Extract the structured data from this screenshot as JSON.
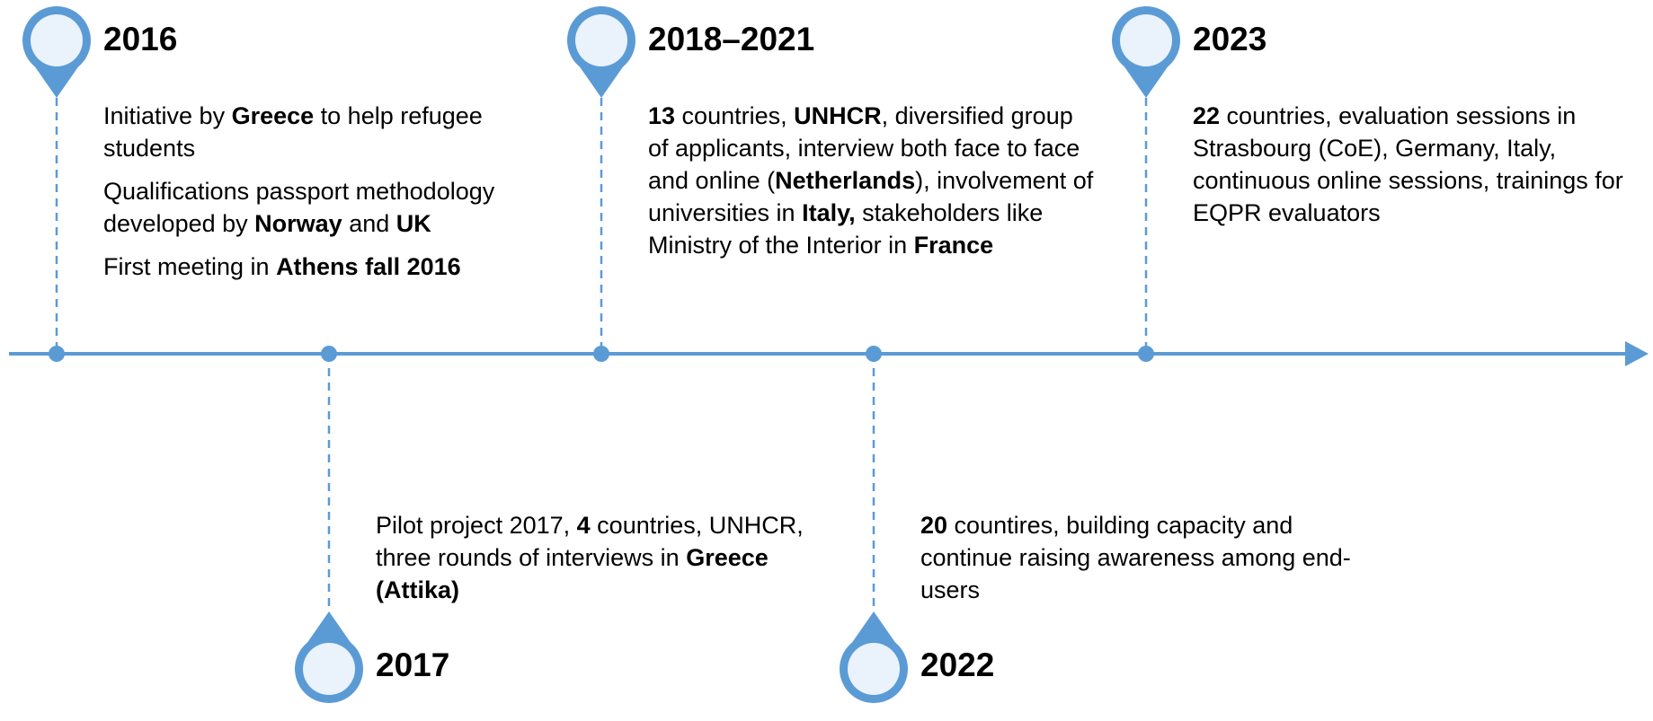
{
  "colors": {
    "accent": "#5b9bd5",
    "pin_fill": "#eaf2fb",
    "text": "#000000"
  },
  "events": [
    {
      "year": "2016",
      "paragraphs": [
        [
          {
            "t": "Initiative by "
          },
          {
            "t": "Greece",
            "e": true
          },
          {
            "t": " to help refugee students"
          }
        ],
        [
          {
            "t": "Qualifications passport methodology developed by "
          },
          {
            "t": "Norway",
            "e": true
          },
          {
            "t": " and "
          },
          {
            "t": "UK",
            "e": true
          }
        ],
        [
          {
            "t": "First meeting in "
          },
          {
            "t": "Athens fall 2016",
            "e": true
          }
        ]
      ]
    },
    {
      "year": "2017",
      "paragraphs": [
        [
          {
            "t": "Pilot project 2017, "
          },
          {
            "t": "4",
            "b": true
          },
          {
            "t": " countries, UNHCR, three rounds of interviews in "
          },
          {
            "t": "Greece (Attika)",
            "b": true
          }
        ]
      ]
    },
    {
      "year": "2018–2021",
      "paragraphs": [
        [
          {
            "t": "13",
            "b": true
          },
          {
            "t": " countries, "
          },
          {
            "t": "UNHCR",
            "b": true
          },
          {
            "t": ", diversified group of applicants, interview both face to face and online ("
          },
          {
            "t": "Netherlands",
            "b": true
          },
          {
            "t": "), involvement of universities in "
          },
          {
            "t": "Italy,",
            "b": true
          },
          {
            "t": " stakeholders like Ministry of the Interior in "
          },
          {
            "t": "France",
            "b": true
          }
        ]
      ]
    },
    {
      "year": "2022",
      "paragraphs": [
        [
          {
            "t": "20",
            "b": true
          },
          {
            "t": " countires, building capacity and continue raising awareness among end-users"
          }
        ]
      ]
    },
    {
      "year": "2023",
      "paragraphs": [
        [
          {
            "t": "22",
            "b": true
          },
          {
            "t": " countries, evaluation sessions in Strasbourg (CoE), Germany, Italy, continuous online sessions, trainings for EQPR evaluators"
          }
        ]
      ]
    }
  ]
}
